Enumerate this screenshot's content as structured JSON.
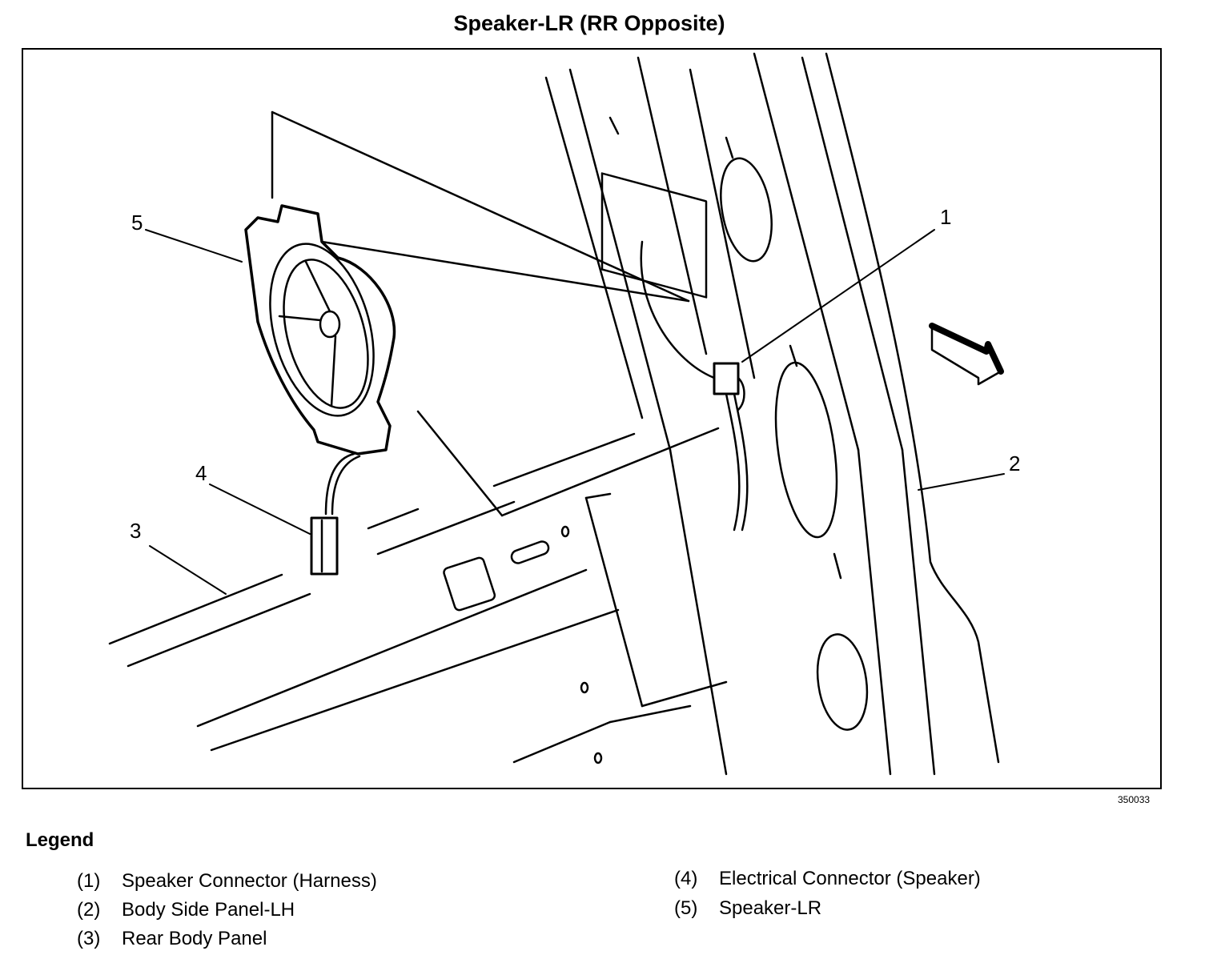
{
  "title": "Speaker-LR (RR Opposite)",
  "figure_id": "350033",
  "callouts": [
    {
      "num": "1",
      "target": "Speaker Connector (Harness)"
    },
    {
      "num": "2",
      "target": "Body Side Panel-LH"
    },
    {
      "num": "3",
      "target": "Rear Body Panel"
    },
    {
      "num": "4",
      "target": "Electrical Connector (Speaker)"
    },
    {
      "num": "5",
      "target": "Speaker-LR"
    }
  ],
  "legend": {
    "title": "Legend",
    "items": [
      {
        "num": "(1)",
        "label": "Speaker Connector (Harness)"
      },
      {
        "num": "(2)",
        "label": "Body Side Panel-LH"
      },
      {
        "num": "(3)",
        "label": "Rear Body Panel"
      },
      {
        "num": "(4)",
        "label": "Electrical Connector (Speaker)"
      },
      {
        "num": "(5)",
        "label": "Speaker-LR"
      }
    ]
  },
  "direction_arrow": "forward-arrow-icon"
}
